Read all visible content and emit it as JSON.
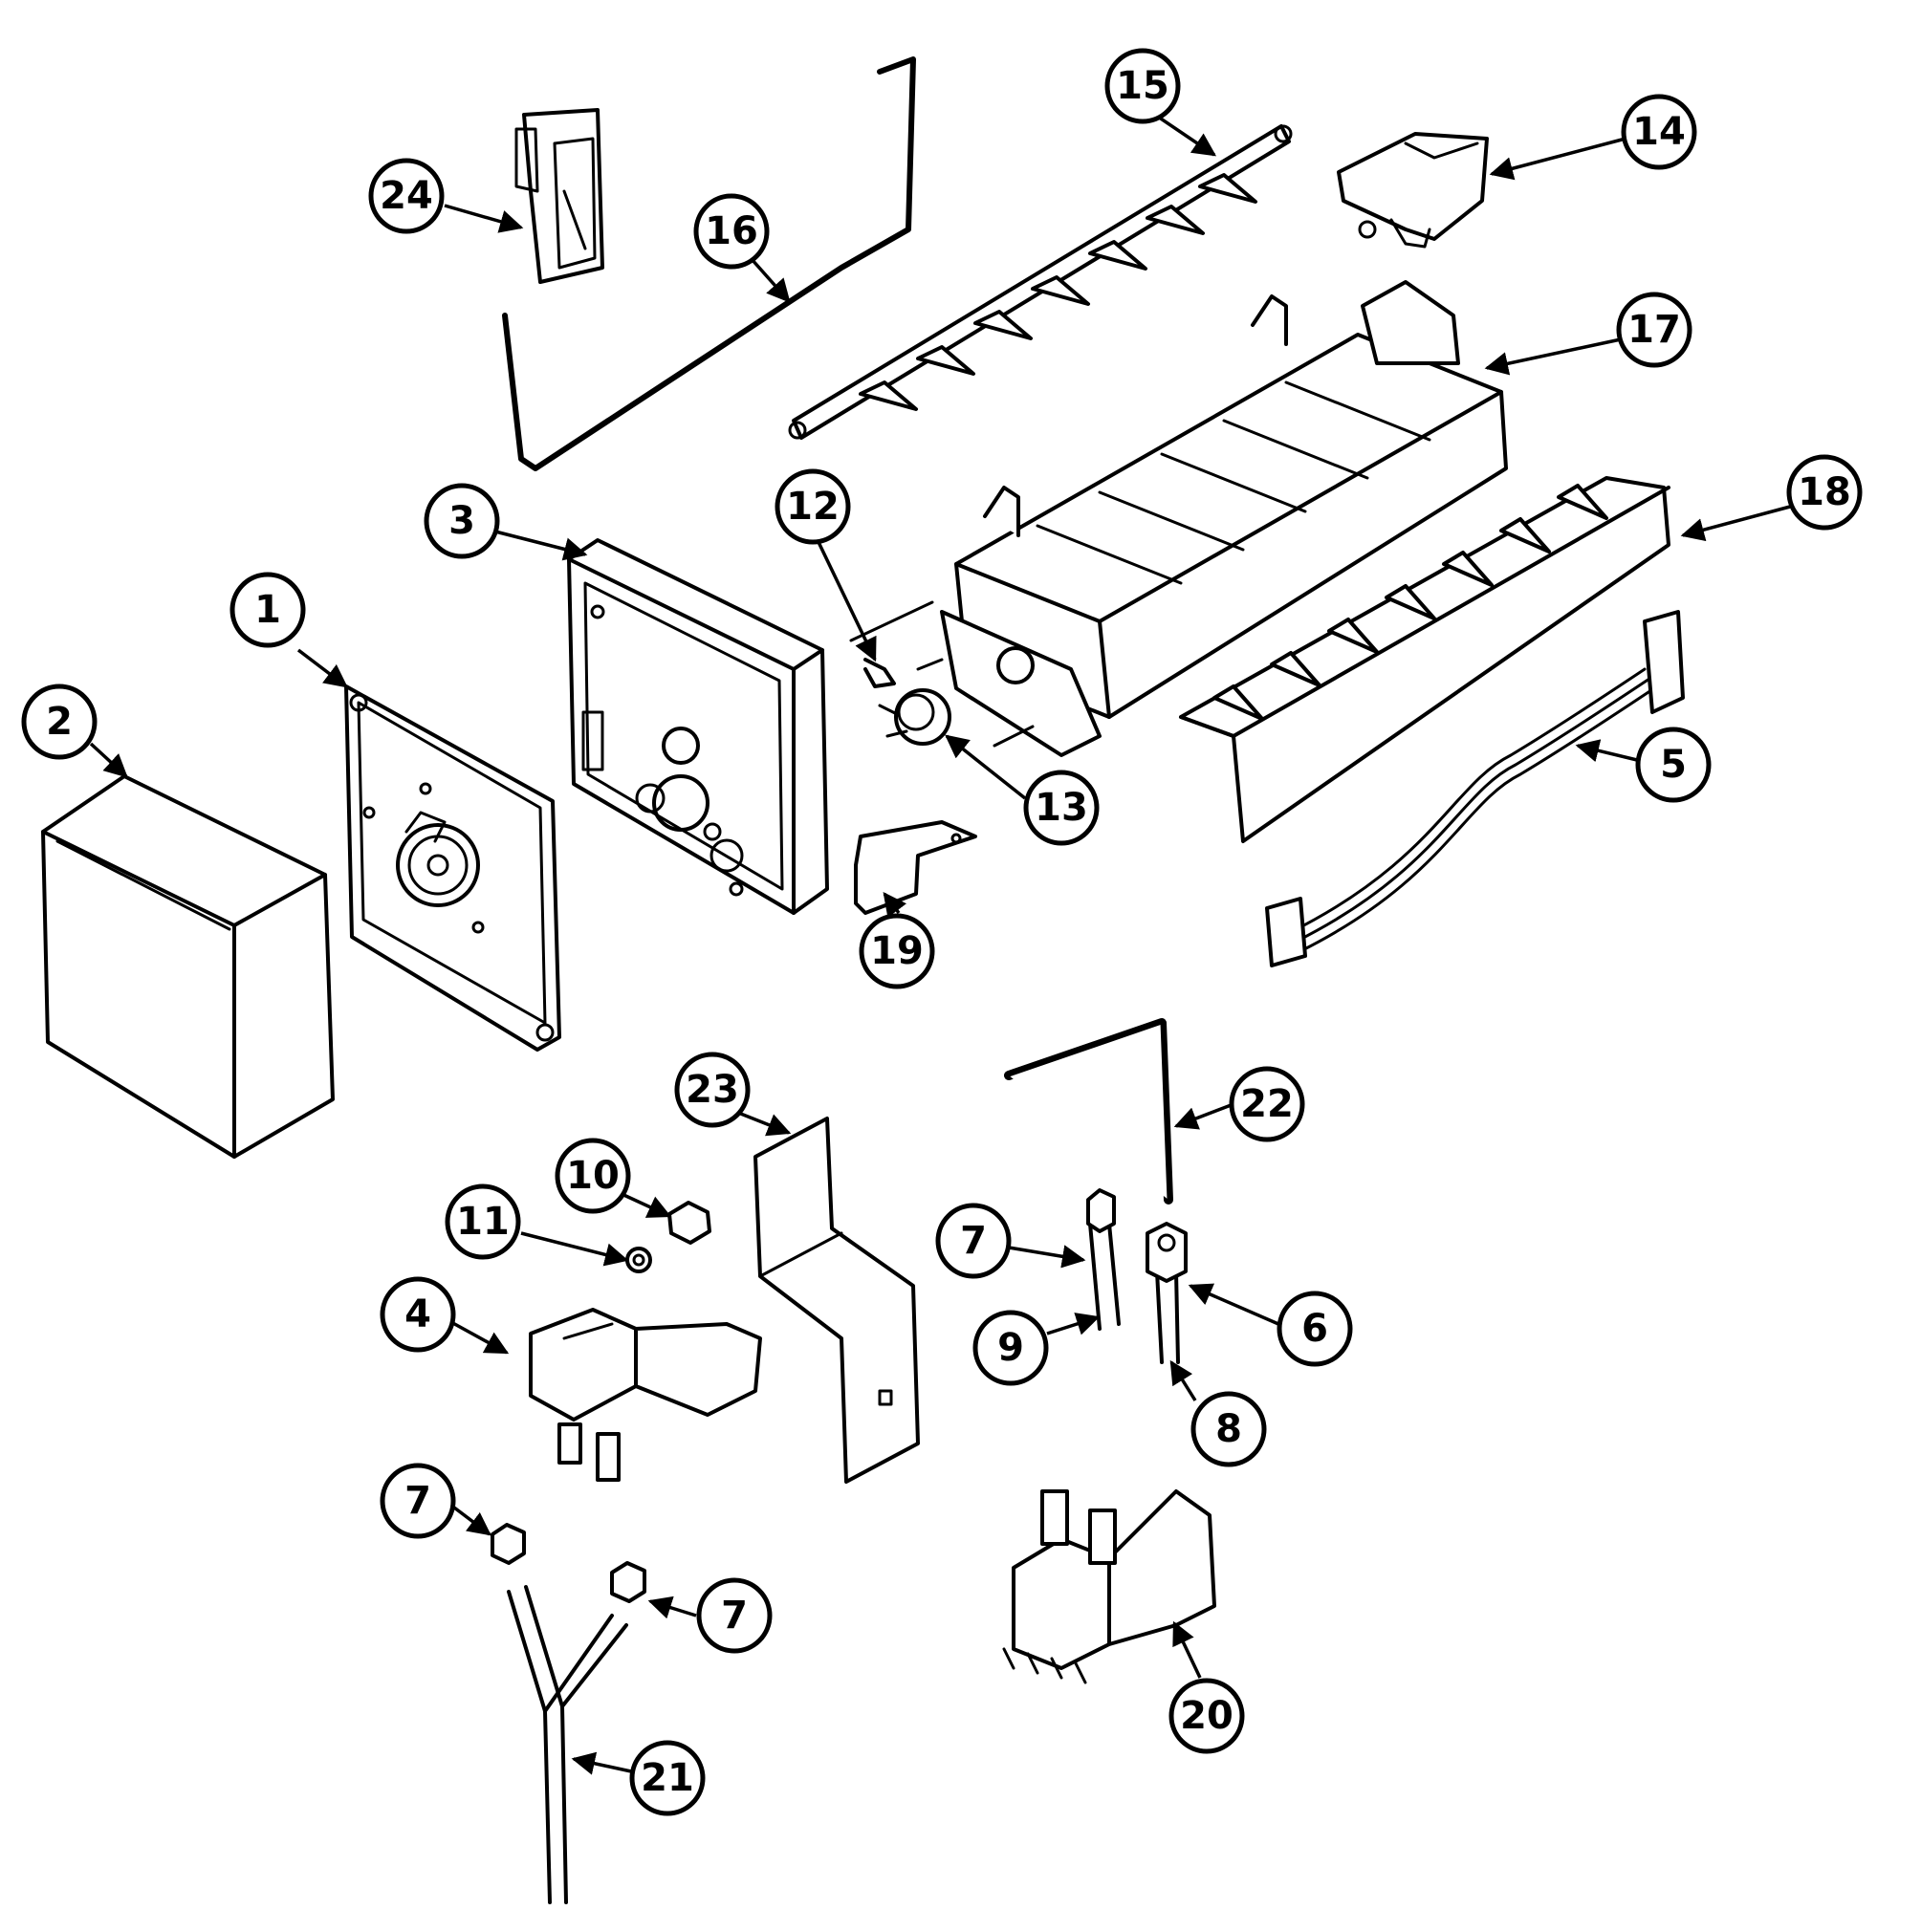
{
  "callouts": [
    {
      "id": "c1",
      "label": "1"
    },
    {
      "id": "c2",
      "label": "2"
    },
    {
      "id": "c3",
      "label": "3"
    },
    {
      "id": "c4",
      "label": "4"
    },
    {
      "id": "c5",
      "label": "5"
    },
    {
      "id": "c6",
      "label": "6"
    },
    {
      "id": "c7a",
      "label": "7"
    },
    {
      "id": "c7b",
      "label": "7"
    },
    {
      "id": "c7c",
      "label": "7"
    },
    {
      "id": "c8",
      "label": "8"
    },
    {
      "id": "c9",
      "label": "9"
    },
    {
      "id": "c10",
      "label": "10"
    },
    {
      "id": "c11",
      "label": "11"
    },
    {
      "id": "c12",
      "label": "12"
    },
    {
      "id": "c13",
      "label": "13"
    },
    {
      "id": "c14",
      "label": "14"
    },
    {
      "id": "c15",
      "label": "15"
    },
    {
      "id": "c16",
      "label": "16"
    },
    {
      "id": "c17",
      "label": "17"
    },
    {
      "id": "c18",
      "label": "18"
    },
    {
      "id": "c19",
      "label": "19"
    },
    {
      "id": "c20",
      "label": "20"
    },
    {
      "id": "c21",
      "label": "21"
    },
    {
      "id": "c22",
      "label": "22"
    },
    {
      "id": "c23",
      "label": "23"
    },
    {
      "id": "c24",
      "label": "24"
    }
  ]
}
